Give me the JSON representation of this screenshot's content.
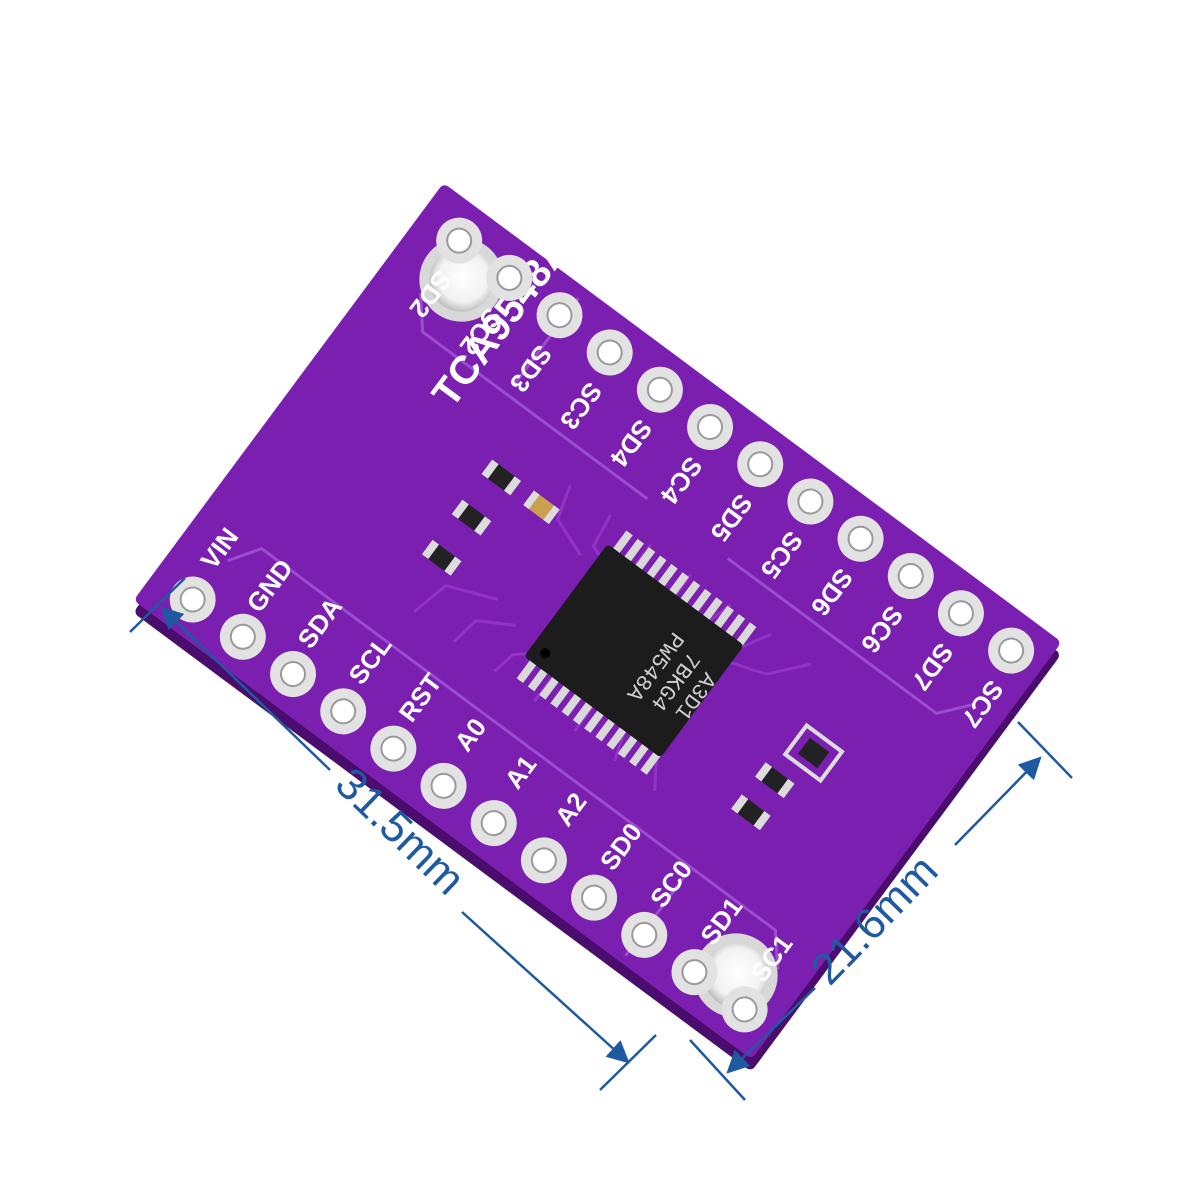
{
  "board": {
    "chip_model_label": "TCA9548A",
    "ic_marking": [
      "PW548A",
      "7BKG4",
      "A3D1"
    ],
    "colors": {
      "pcb": "#7a1fb0",
      "pcb_edge": "#5e1288",
      "pad": "#e2e2e2",
      "ic": "#1c1c1c",
      "silk": "#ffffff",
      "dimension": "#1f5aa0"
    },
    "left_header_pins": [
      "VIN",
      "GND",
      "SDA",
      "SCL",
      "RST",
      "A0",
      "A1",
      "A2",
      "SD0",
      "SC0",
      "SD1",
      "SC1"
    ],
    "right_header_pins": [
      "SC7",
      "SD7",
      "SC6",
      "SD6",
      "SC5",
      "SD5",
      "SC4",
      "SD4",
      "SC3",
      "SD3",
      "SC2",
      "SD2"
    ]
  },
  "dimensions": {
    "length": "31.5mm",
    "width": "21.6mm"
  }
}
